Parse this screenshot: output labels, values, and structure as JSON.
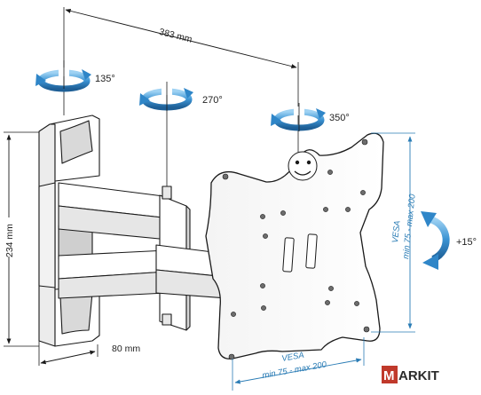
{
  "dimensions": {
    "width_label": "383 mm",
    "height_label": "234 mm",
    "depth_label": "80 mm"
  },
  "rotations": {
    "r1": "135°",
    "r2": "270°",
    "r3": "350°",
    "tilt": "+15°"
  },
  "vesa": {
    "vertical_title": "VESA",
    "vertical_range": "min 75 - max 200",
    "horizontal_title": "VESA",
    "horizontal_range": "min 75 - max 200"
  },
  "logo": {
    "box_letter": "M",
    "rest": "ARKIT"
  },
  "colors": {
    "arrow_blue": "#2f86c8",
    "dim_blue": "#2a7cb5",
    "line_dark": "#1a1a1a",
    "logo_red": "#c0392b",
    "logo_dark": "#2b2b2b"
  }
}
